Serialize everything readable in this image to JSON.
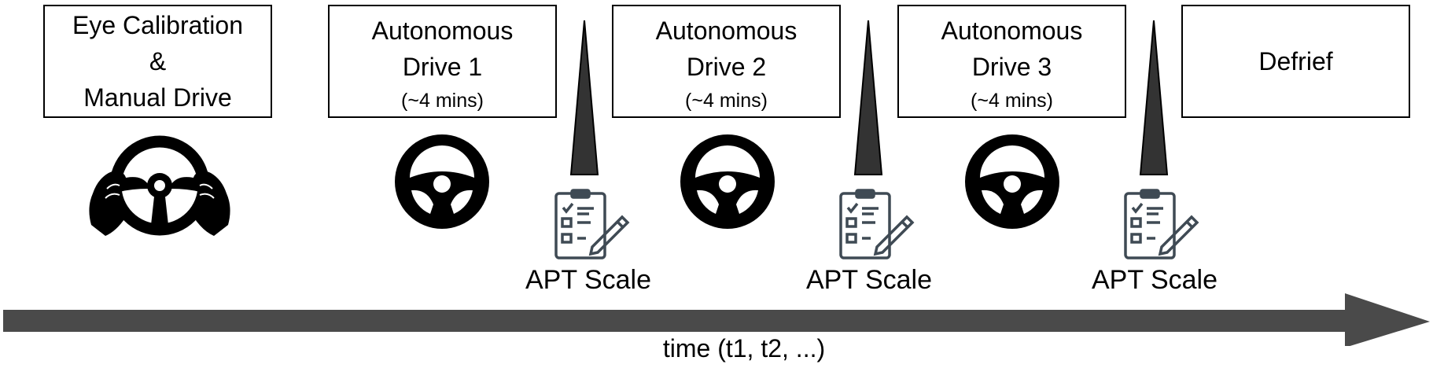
{
  "stages": [
    {
      "name": "calibration",
      "lines": [
        "Eye Calibration",
        "&",
        "Manual Drive"
      ],
      "sub": ""
    },
    {
      "name": "drive-1",
      "lines": [
        "Autonomous",
        "Drive 1"
      ],
      "sub": "(~4 mins)"
    },
    {
      "name": "drive-2",
      "lines": [
        "Autonomous",
        "Drive 2"
      ],
      "sub": "(~4 mins)"
    },
    {
      "name": "drive-3",
      "lines": [
        "Autonomous",
        "Drive 3"
      ],
      "sub": "(~4 mins)"
    },
    {
      "name": "defrief",
      "lines": [
        "Defrief"
      ],
      "sub": ""
    }
  ],
  "apt": [
    {
      "label": "APT Scale"
    },
    {
      "label": "APT Scale"
    },
    {
      "label": "APT Scale"
    }
  ],
  "timeline": {
    "label": "time (t1, t2, ...)"
  },
  "icons": {
    "steering": "steering-wheel-icon",
    "hands": "hands-on-wheel-icon",
    "checklist": "checklist-icon",
    "marker": "triangle-marker-icon"
  },
  "colors": {
    "arrow": "#4a4a4a",
    "marker": "#333333",
    "icon": "#000000",
    "checklist": "#3f4a54"
  }
}
